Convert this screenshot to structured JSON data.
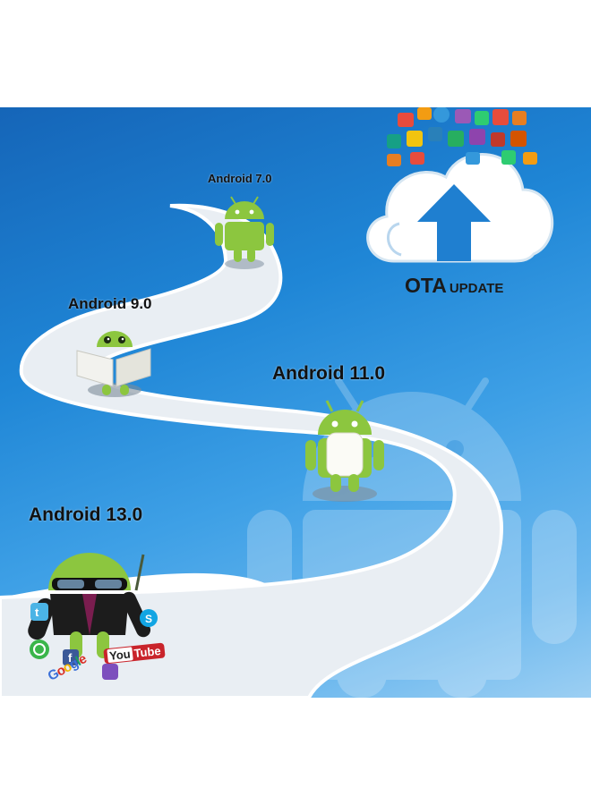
{
  "milestones": [
    {
      "label": "Android 7.0"
    },
    {
      "label": "Android 9.0"
    },
    {
      "label": "Android 11.0"
    },
    {
      "label": "Android 13.0"
    }
  ],
  "ota": {
    "big": "OTA",
    "small": "UPDATE"
  },
  "social": {
    "youtube_you": "You",
    "youtube_tube": "Tube",
    "google": "Google"
  },
  "colors": {
    "background_top": "#1565b8",
    "background_bottom": "#9ccff3",
    "android_green": "#8cc63f",
    "road": "#e9eef3",
    "cloud": "#ffffff",
    "arrow": "#1f7fd0"
  },
  "icons": [
    "android-robot-icon",
    "cloud-upload-icon",
    "app-tile-icons",
    "twitter-icon",
    "facebook-icon",
    "skype-icon",
    "whatsapp-icon",
    "viber-icon"
  ]
}
